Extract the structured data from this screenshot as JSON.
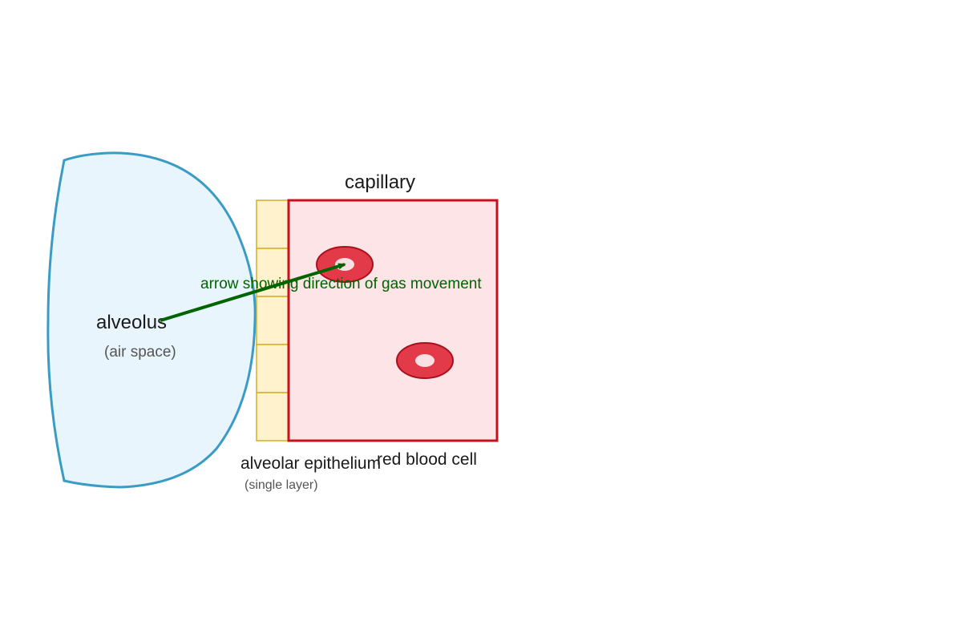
{
  "labels": {
    "alveolus": "alveolus",
    "alveolus_sub": "(air space)",
    "capillary": "capillary",
    "epithelium": "alveolar epithelium",
    "epithelium_sub": "(single layer)",
    "red_blood_cell": "red blood cell",
    "arrow": "arrow showing direction of gas movement"
  },
  "colors": {
    "alveolus_fill": "#e8f5fd",
    "alveolus_stroke": "#3a9bc5",
    "epithelium_fill": "#fff2cc",
    "epithelium_stroke": "#d4b020",
    "capillary_fill": "#fde4e6",
    "capillary_stroke": "#c8101e",
    "rbc_fill": "#e23a48",
    "rbc_stroke": "#a8101e",
    "rbc_center": "#fbe0e3",
    "arrow": "#006400"
  }
}
